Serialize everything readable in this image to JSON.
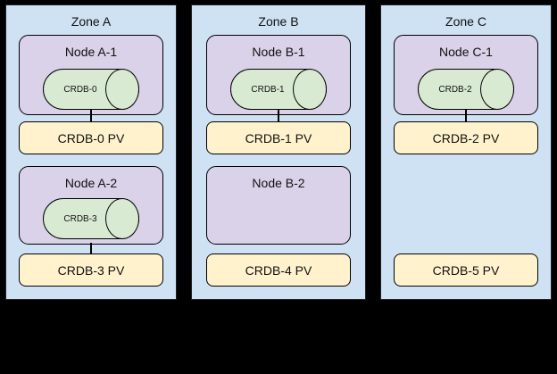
{
  "diagram": {
    "zones": [
      {
        "label": "Zone A",
        "nodes": [
          {
            "label": "Node A-1",
            "pod": "CRDB-0"
          },
          {
            "label": "Node A-2",
            "pod": "CRDB-3"
          }
        ],
        "pvs": [
          {
            "label": "CRDB-0 PV"
          },
          {
            "label": "CRDB-3 PV"
          }
        ]
      },
      {
        "label": "Zone B",
        "nodes": [
          {
            "label": "Node B-1",
            "pod": "CRDB-1"
          },
          {
            "label": "Node B-2",
            "pod": null
          }
        ],
        "pvs": [
          {
            "label": "CRDB-1 PV"
          },
          {
            "label": "CRDB-4 PV"
          }
        ]
      },
      {
        "label": "Zone C",
        "nodes": [
          {
            "label": "Node C-1",
            "pod": "CRDB-2"
          }
        ],
        "pvs": [
          {
            "label": "CRDB-2 PV"
          },
          {
            "label": "CRDB-5 PV"
          }
        ]
      }
    ],
    "colors": {
      "canvas_background": "#000000",
      "zone_fill": "#cfe2f3",
      "node_fill": "#d9d2e9",
      "pod_fill": "#d9ead3",
      "pv_fill": "#fff2cc",
      "border": "#000000"
    }
  }
}
